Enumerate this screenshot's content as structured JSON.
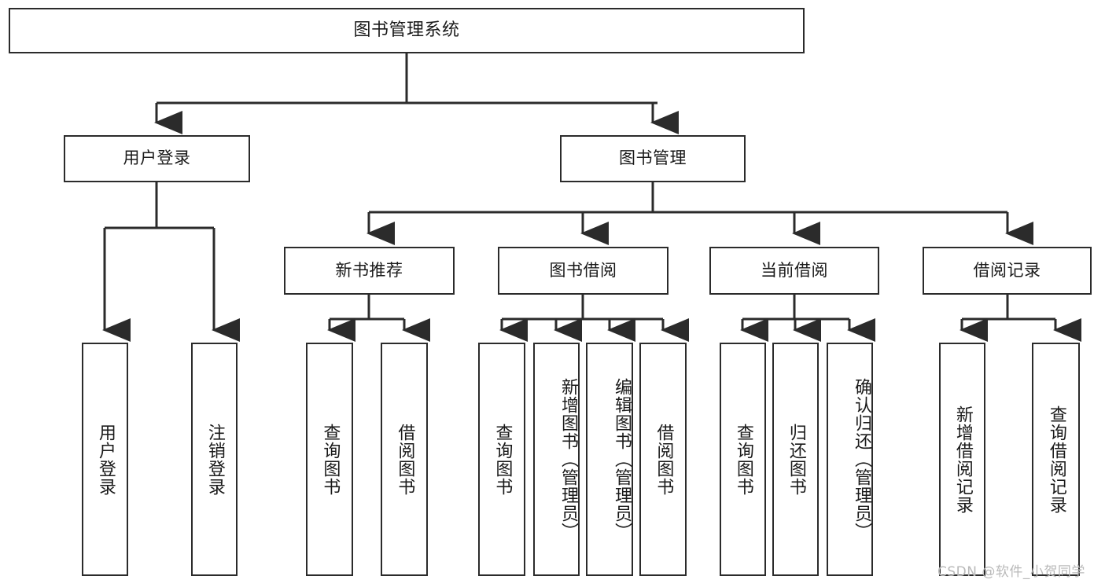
{
  "diagram": {
    "type": "tree",
    "title": "图书管理系统",
    "root": {
      "label": "图书管理系统",
      "children": [
        {
          "label": "用户登录",
          "children": [
            {
              "label": "用户登录"
            },
            {
              "label": "注销登录"
            }
          ]
        },
        {
          "label": "图书管理",
          "children": [
            {
              "label": "新书推荐",
              "children": [
                {
                  "label": "查询图书"
                },
                {
                  "label": "借阅图书"
                }
              ]
            },
            {
              "label": "图书借阅",
              "children": [
                {
                  "label": "查询图书"
                },
                {
                  "label": "新增图书（管理员）"
                },
                {
                  "label": "编辑图书（管理员）"
                },
                {
                  "label": "借阅图书"
                }
              ]
            },
            {
              "label": "当前借阅",
              "children": [
                {
                  "label": "查询图书"
                },
                {
                  "label": "归还图书"
                },
                {
                  "label": "确认归还（管理员）"
                }
              ]
            },
            {
              "label": "借阅记录",
              "children": [
                {
                  "label": "新增借阅记录"
                },
                {
                  "label": "查询借阅记录"
                }
              ]
            }
          ]
        }
      ]
    }
  },
  "nodes": {
    "root": "图书管理系统",
    "l2": {
      "user_login": "用户登录",
      "book_manage": "图书管理"
    },
    "l3": {
      "new_book_rec": "新书推荐",
      "book_borrow": "图书借阅",
      "current_borrow": "当前借阅",
      "borrow_record": "借阅记录"
    },
    "leaves": {
      "user_login_1": "用户登录",
      "user_logout": "注销登录",
      "rec_query": "查询图书",
      "rec_borrow": "借阅图书",
      "borrow_query": "查询图书",
      "borrow_add": "新增图书（管理员）",
      "borrow_edit": "编辑图书（管理员）",
      "borrow_take": "借阅图书",
      "cur_query": "查询图书",
      "cur_return": "归还图书",
      "cur_confirm": "确认归还（管理员）",
      "rec_add": "新增借阅记录",
      "rec_search": "查询借阅记录"
    }
  },
  "watermark": "CSDN @软件_小贺同学",
  "colors": {
    "stroke": "#2b2b2b",
    "background": "#ffffff",
    "text": "#1a1a1a",
    "watermark": "#b9b9b9"
  }
}
